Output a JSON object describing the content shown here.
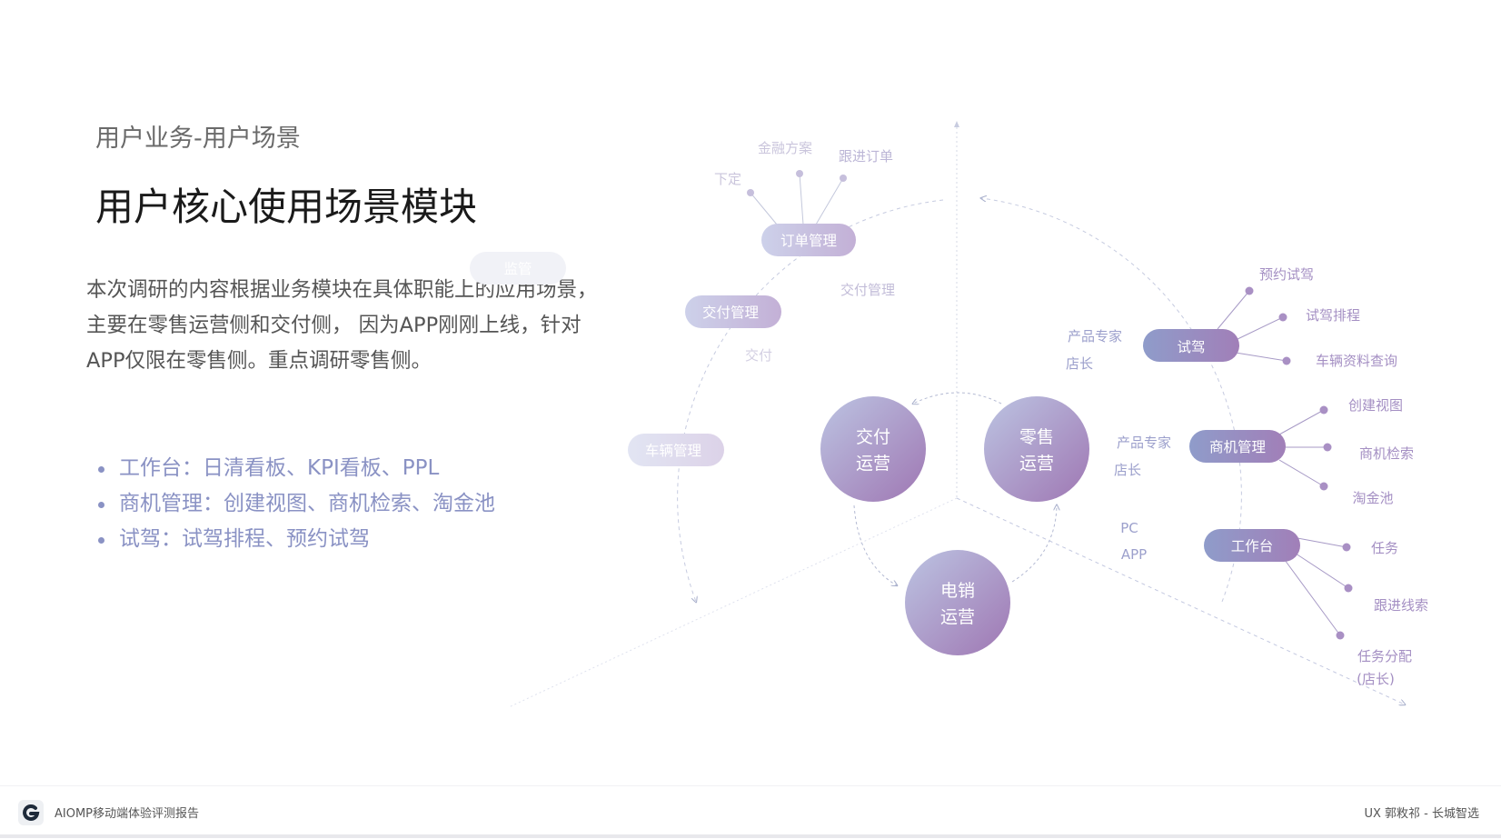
{
  "header": {
    "subtitle": "用户业务-用户场景",
    "title": "用户核心使用场景模块"
  },
  "description": [
    "本次调研的内容根据业务模块在具体职能上的应用场景，",
    "主要在零售运营侧和交付侧， 因为APP刚刚上线，针对",
    "APP仅限在零售侧。重点调研零售侧。"
  ],
  "bullets": [
    "工作台：日清看板、KPI看板、PPL",
    "商机管理：创建视图、商机检索、淘金池",
    "试驾：试驾排程、预约试驾"
  ],
  "diagram": {
    "circles": [
      {
        "l1": "交付",
        "l2": "运营"
      },
      {
        "l1": "零售",
        "l2": "运营"
      },
      {
        "l1": "电销",
        "l2": "运营"
      }
    ],
    "modules": {
      "order": "订单管理",
      "delivery": "交付管理",
      "vehicle": "车辆管理",
      "supervision": "监管",
      "testdrive": "试驾",
      "opportunity": "商机管理",
      "workbench": "工作台"
    },
    "order_leaves": [
      "下定",
      "金融方案",
      "跟进订单"
    ],
    "delivery_labels": {
      "mgmt": "交付管理",
      "deliver": "交付"
    },
    "testdrive_leaves": [
      "预约试驾",
      "试驾排程",
      "车辆资料查询"
    ],
    "opportunity_leaves": [
      "创建视图",
      "商机检索",
      "淘金池"
    ],
    "workbench_leaves": [
      "任务",
      "跟进线索",
      "任务分配",
      "(店长)"
    ],
    "roles": {
      "testdrive_l1": "产品专家",
      "testdrive_l2": "店长",
      "opp_l1": "产品专家",
      "opp_l2": "店长",
      "platform_l1": "PC",
      "platform_l2": "APP"
    }
  },
  "footer": {
    "brand": "AIOMP移动端体验评测报告",
    "author": "UX 郭敉祁 - 长城智选"
  },
  "colors": {
    "accent": "#8a92c4",
    "circle_from": "#b8bfe0",
    "circle_to": "#a27bb5",
    "light_label": "#a9a0c8"
  }
}
